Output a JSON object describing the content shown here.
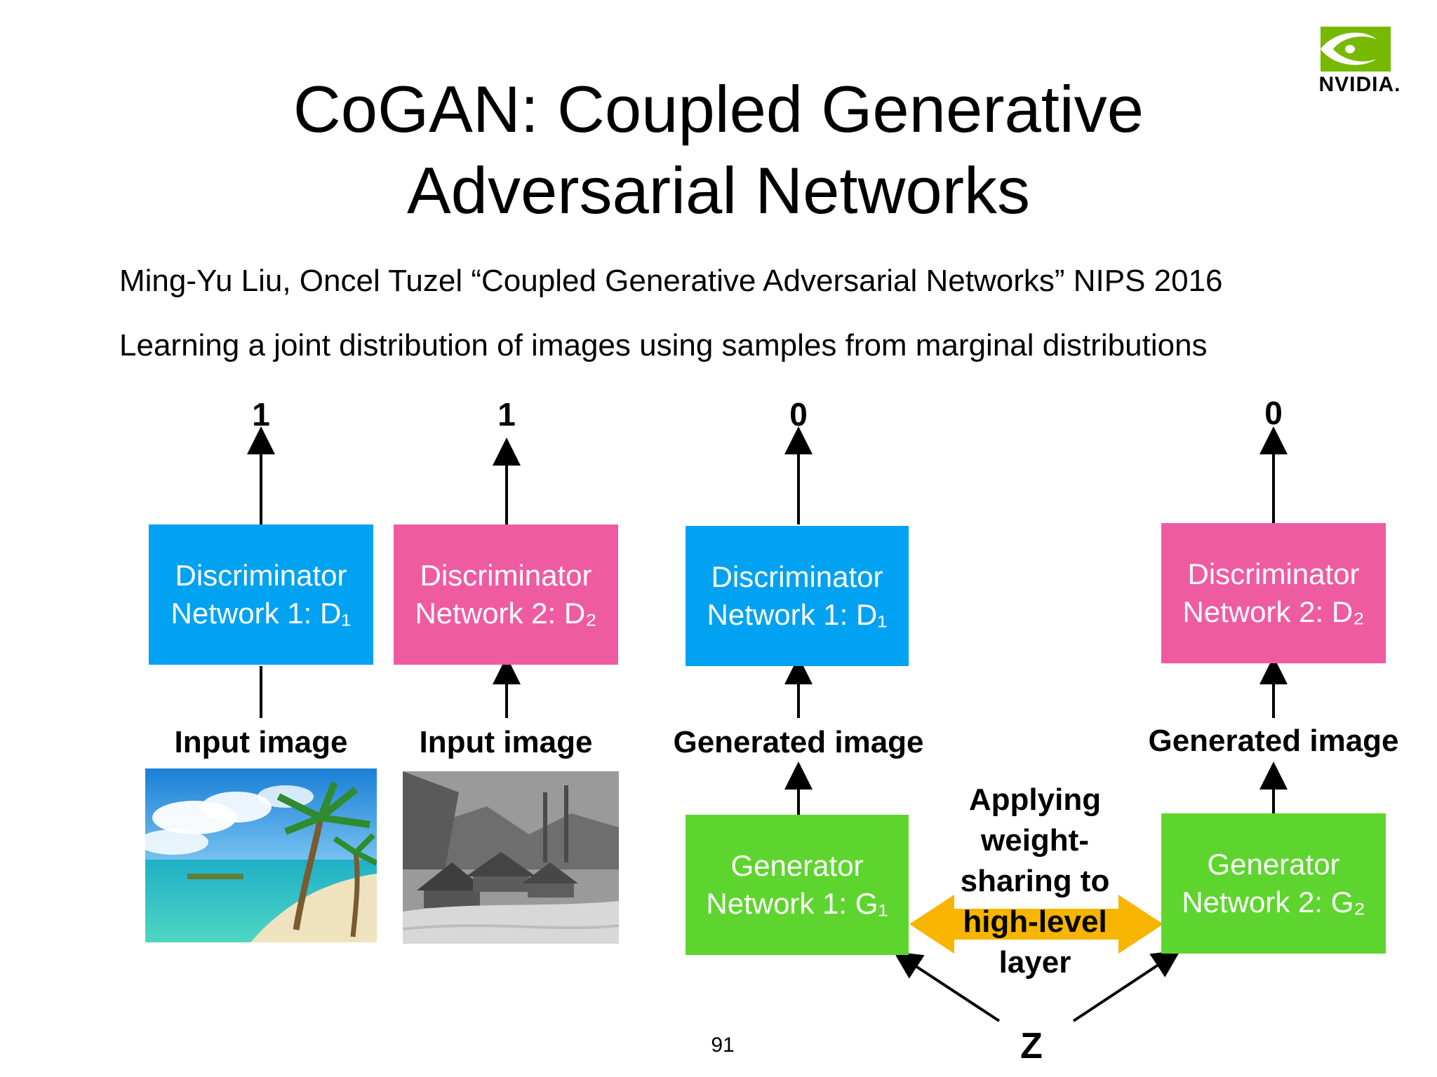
{
  "title": {
    "line1": "CoGAN: Coupled Generative",
    "line2": "Adversarial Networks"
  },
  "logo": {
    "text": "NVIDIA.",
    "icon": "nvidia-eye-icon"
  },
  "citation": "Ming-Yu Liu, Oncel Tuzel “Coupled Generative Adversarial Networks” NIPS 2016",
  "description": "Learning a joint distribution of images using samples from marginal distributions",
  "diagram": {
    "outputs": [
      "1",
      "1",
      "0",
      "0"
    ],
    "discriminators": [
      {
        "line1": "Discriminator",
        "line2": "Network 1: D₁",
        "color": "#00a2f1"
      },
      {
        "line1": "Discriminator",
        "line2": "Network 2: D₂",
        "color": "#ef5ba1"
      },
      {
        "line1": "Discriminator",
        "line2": "Network 1: D₁",
        "color": "#00a2f1"
      },
      {
        "line1": "Discriminator",
        "line2": "Network 2: D₂",
        "color": "#ef5ba1"
      }
    ],
    "image_labels": [
      "Input image",
      "Input image",
      "Generated image",
      "Generated image"
    ],
    "generators": [
      {
        "line1": "Generator",
        "line2": "Network 1: G₁",
        "color": "#5ed52f"
      },
      {
        "line1": "Generator",
        "line2": "Network 2: G₂",
        "color": "#5ed52f"
      }
    ],
    "weight_sharing": {
      "lines": [
        "Applying",
        "weight-",
        "sharing to",
        "high-level",
        "layer"
      ],
      "arrow_color": "#f7b500"
    },
    "z_label": "Z",
    "photos": [
      "tropical beach photo",
      "snowy village photo"
    ]
  },
  "page_number": "91"
}
